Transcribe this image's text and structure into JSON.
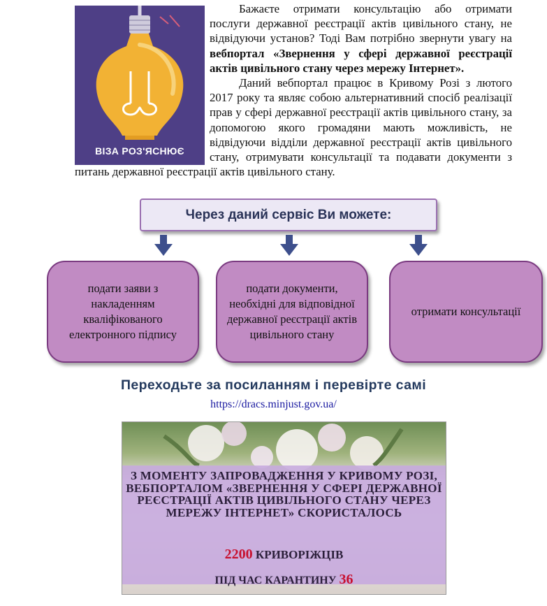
{
  "poster": {
    "caption": "ВІЗА РОЗ'ЯСНЮЄ",
    "bulb_color": "#f2b234",
    "background_color": "#4e3f86"
  },
  "intro": {
    "p1_start": "Бажаєте отримати консультацію або отримати послуги державної реєстрації актів цивільного стану, не відвідуючи установ? Тоді Вам потрібно звернути увагу на ",
    "p1_bold": "вебпортал «Звернення у сфері державної реєстрації актів цивільного стану через мережу Інтернет».",
    "p2": "Даний вебпортал працює в Кривому Розі з лютого 2017 року та являє собою альтернативний спосіб реалізації прав у сфері державної реєстрації актів цивільного стану, за допомогою якого громадяни мають можливість, не відвідуючи відділи державної реєстрації актів цивільного стану, отримувати консультації та подавати документи з питань державної реєстрації актів цивільного стану."
  },
  "banner": {
    "text": "Через даний сервіс Ви можете:"
  },
  "arrow_color": "#3d4f8c",
  "cards": [
    {
      "text": "подати заяви з накладенням кваліфікованого електронного підпису"
    },
    {
      "text": "подати документи, необхідні для відповідної державної реєстрації актів цивільного стану"
    },
    {
      "text": "отримати консультації"
    }
  ],
  "cta": {
    "text": "Переходьте за посиланням  і перевірте самі"
  },
  "link": {
    "text": "https://dracs.minjust.gov.ua/"
  },
  "photo": {
    "text": "З МОМЕНТУ ЗАПРОВАДЖЕННЯ У КРИВОМУ РОЗІ, ВЕБПОРТАЛОМ «ЗВЕРНЕННЯ У СФЕРІ ДЕРЖАВНОЇ РЕЄСТРАЦІЇ АКТІВ ЦИВІЛЬНОГО СТАНУ ЧЕРЕЗ МЕРЕЖУ ІНТЕРНЕТ» СКОРИСТАЛОСЬ",
    "count": "2200",
    "count_suffix": "КРИВОРІЖЦІВ",
    "quarantine_label": "ПІД ЧАС КАРАНТИНУ",
    "quarantine_count": "36",
    "highlight_color": "#c8102e"
  }
}
